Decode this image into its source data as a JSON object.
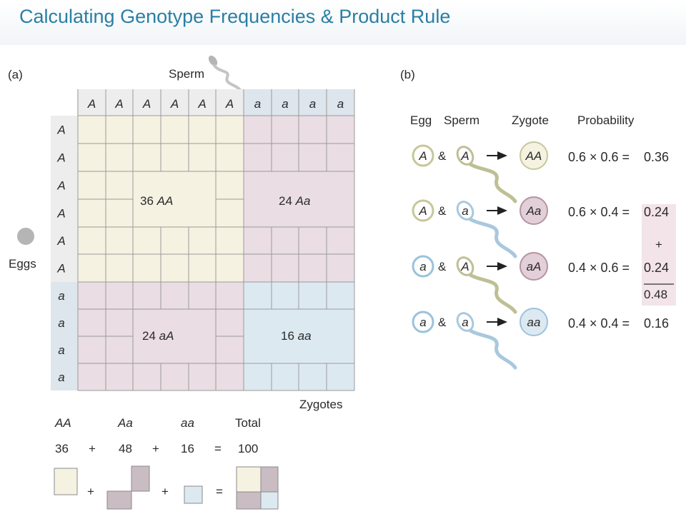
{
  "title": "Calculating Genotype Frequencies & Product Rule",
  "panel_a": {
    "label": "(a)",
    "sperm_label": "Sperm",
    "eggs_label": "Eggs",
    "zygotes_label": "Zygotes",
    "sperm_alleles": [
      "A",
      "A",
      "A",
      "A",
      "A",
      "A",
      "a",
      "a",
      "a",
      "a"
    ],
    "egg_alleles": [
      "A",
      "A",
      "A",
      "A",
      "A",
      "A",
      "a",
      "a",
      "a",
      "a"
    ],
    "regions": [
      {
        "count": "36",
        "genotype": "AA"
      },
      {
        "count": "24",
        "genotype": "Aa"
      },
      {
        "count": "24",
        "genotype": "aA"
      },
      {
        "count": "16",
        "genotype": "aa"
      }
    ],
    "totals_header": [
      "AA",
      "Aa",
      "aa",
      "Total"
    ],
    "totals_values": [
      "36",
      "48",
      "16",
      "100"
    ],
    "plus": "+",
    "equals": "="
  },
  "panel_b": {
    "label": "(b)",
    "headers": {
      "egg": "Egg",
      "sperm": "Sperm",
      "zygote": "Zygote",
      "probability": "Probability"
    },
    "amp": "&",
    "rows": [
      {
        "egg": "A",
        "sperm": "A",
        "zygote": "AA",
        "calc": "0.6 × 0.6 = ",
        "result": "0.36"
      },
      {
        "egg": "A",
        "sperm": "a",
        "zygote": "Aa",
        "calc": "0.6 × 0.4 = ",
        "result": "0.24"
      },
      {
        "egg": "a",
        "sperm": "A",
        "zygote": "aA",
        "calc": "0.4 × 0.6 = ",
        "result": "0.24"
      },
      {
        "egg": "a",
        "sperm": "a",
        "zygote": "aa",
        "calc": "0.4 × 0.4 = ",
        "result": "0.16"
      }
    ],
    "sum_plus": "+",
    "sum_result": "0.48"
  },
  "colors": {
    "title": "#2a7fa4",
    "AA": "#f6f2e1",
    "Aa": "#eadde3",
    "aa": "#dde9f1",
    "header_fill": "#ededee",
    "header_a_fill": "#dde6ec",
    "egg_A_ring": "#c6c79c",
    "egg_a_ring": "#9cc2dc",
    "sperm_A_tail": "#bfbf95",
    "sperm_a_tail": "#a9c8de",
    "zyg_mixed": "#e3cfd8",
    "zyg_mixed_ring": "#b493a3",
    "egg_icon": "#b5b5b5",
    "square_mixed": "#c9bcc2"
  },
  "icons": [
    "sperm-icon",
    "egg-icon",
    "arrow-icon",
    "zygote-icon"
  ]
}
